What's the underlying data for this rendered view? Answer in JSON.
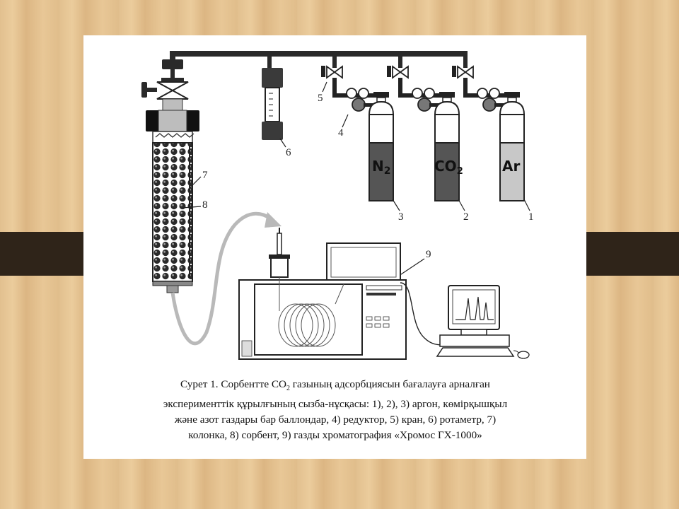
{
  "labels": {
    "argon_cylinder": "1",
    "co2_cylinder": "2",
    "n2_cylinder": "3",
    "reducer": "4",
    "valve": "5",
    "rotameter": "6",
    "column": "7",
    "sorbent": "8",
    "chromatograph": "9"
  },
  "cylinders": {
    "n2": {
      "formula": "N",
      "subscript": "2"
    },
    "co2": {
      "formula": "CO",
      "subscript": "2"
    },
    "ar": {
      "formula": "Ar"
    }
  },
  "caption": {
    "line1": "Сурет 1. Сорбентте СО",
    "line1_sub": "2",
    "line1_rest": " газының адсорбциясын бағалауға арналған",
    "line2": "эксперименттік құрылғының сызба-нұсқасы: 1), 2), 3) аргон, көмірқышқыл",
    "line3": "және азот газдары бар баллондар, 4) редуктор, 5) кран, 6) ротаметр, 7)",
    "line4": "колонка, 8) сорбент, 9) газды хроматография «Хромос ГХ-1000»"
  },
  "colors": {
    "cylinder_dark": "#555555",
    "cylinder_light": "#c8c8c8",
    "band": "#2f2419",
    "card": "#ffffff"
  }
}
